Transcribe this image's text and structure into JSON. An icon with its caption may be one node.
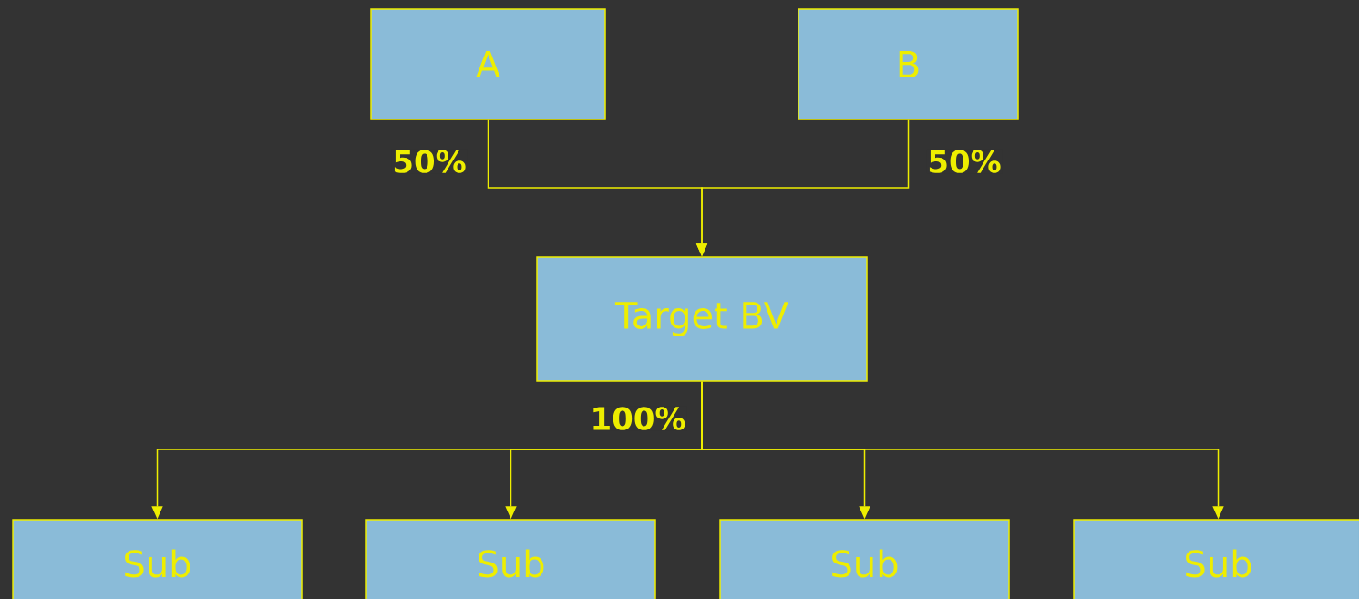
{
  "diagram": {
    "nodes": [
      {
        "text": [
          "A"
        ]
      },
      {
        "text": [
          "B"
        ]
      },
      {
        "text": [
          "Target BV"
        ]
      },
      {
        "text": [
          "Sub"
        ]
      },
      {
        "text": [
          "Sub"
        ]
      },
      {
        "text": [
          "Sub"
        ]
      },
      {
        "text": [
          "Sub"
        ]
      }
    ],
    "edges": [
      {
        "from": 0,
        "to": 2,
        "arrow": "to",
        "label": "50%"
      },
      {
        "from": 1,
        "to": 2,
        "arrow": "to",
        "label": "50%"
      },
      {
        "from": 2,
        "to": 3,
        "arrow": "to",
        "label": "100%"
      },
      {
        "from": 2,
        "to": 4,
        "arrow": "to"
      },
      {
        "from": 2,
        "to": 5,
        "arrow": "to"
      },
      {
        "from": 2,
        "to": 6,
        "arrow": "to"
      }
    ]
  }
}
